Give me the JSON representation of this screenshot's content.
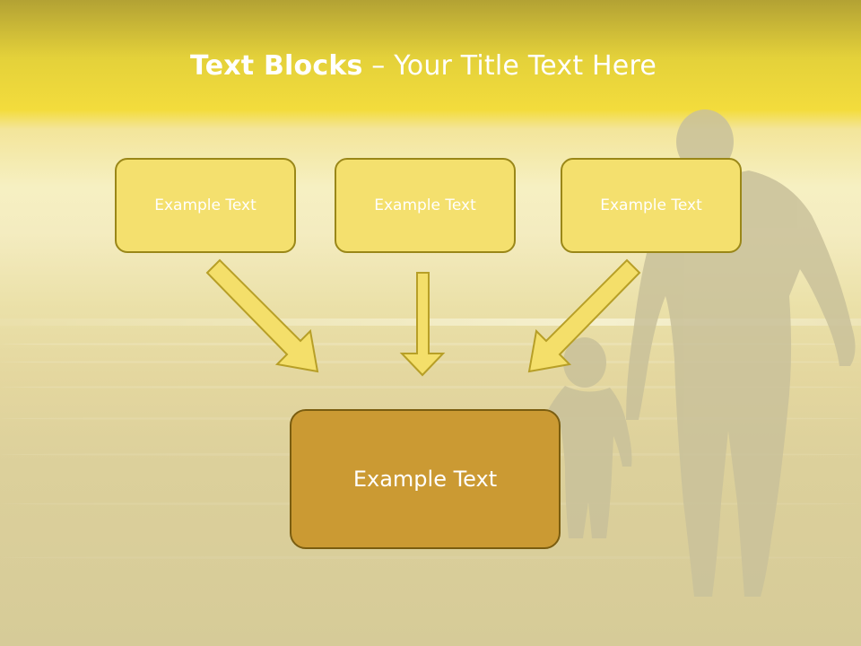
{
  "slide": {
    "title_bold": "Text Blocks",
    "title_dash": " – ",
    "title_rest": "Your Title Text Here",
    "boxes": [
      {
        "label": "Example Text"
      },
      {
        "label": "Example Text"
      },
      {
        "label": "Example Text"
      }
    ],
    "center_box": {
      "label": "Example Text"
    }
  },
  "colors": {
    "header_yellow": "#f3dc3c",
    "box_fill": "#f4e06e",
    "box_border": "#9a8718",
    "center_fill": "#cb9a33",
    "arrow_fill": "#f4df6a",
    "arrow_stroke": "#b79f27"
  },
  "icons": [
    "arrow-down-right",
    "arrow-down",
    "arrow-down-left"
  ]
}
